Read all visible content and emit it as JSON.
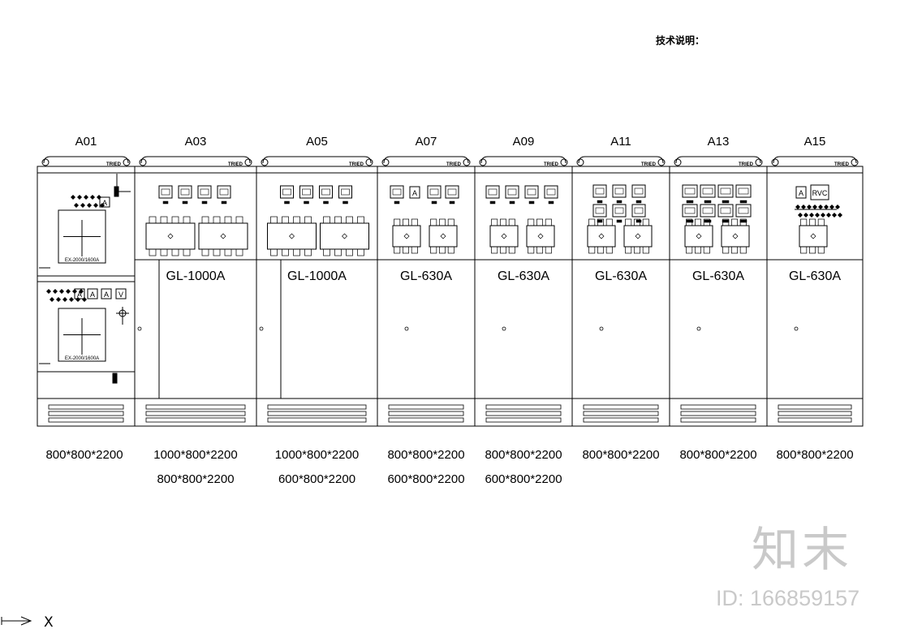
{
  "notes_title": "技术说明：",
  "cabinets": [
    {
      "id": "A01",
      "rating": "",
      "sizes": [
        "800*800*2200"
      ],
      "type": "acb",
      "acb_labels": [
        "EX-2000/1600A",
        "EX-2000/1600A"
      ]
    },
    {
      "id": "A03",
      "rating": "GL-1000A",
      "sizes": [
        "1000*800*2200",
        "800*800*2200"
      ],
      "type": "mccb2"
    },
    {
      "id": "A05",
      "rating": "GL-1000A",
      "sizes": [
        "1000*800*2200",
        "600*800*2200"
      ],
      "type": "mccb2"
    },
    {
      "id": "A07",
      "rating": "GL-630A",
      "sizes": [
        "800*800*2200",
        "600*800*2200"
      ],
      "type": "mccb2s",
      "meter_a": "A"
    },
    {
      "id": "A09",
      "rating": "GL-630A",
      "sizes": [
        "800*800*2200",
        "600*800*2200"
      ],
      "type": "mccb2s"
    },
    {
      "id": "A11",
      "rating": "GL-630A",
      "sizes": [
        "800*800*2200"
      ],
      "type": "mccb2s6"
    },
    {
      "id": "A13",
      "rating": "GL-630A",
      "sizes": [
        "800*800*2200"
      ],
      "type": "mccb2s8"
    },
    {
      "id": "A15",
      "rating": "GL-630A",
      "sizes": [
        "800*800*2200"
      ],
      "type": "capacitor",
      "meter_a": "A",
      "meter_rvc": "RVC"
    }
  ],
  "acb_meters": [
    "A",
    "A",
    "A",
    "V"
  ],
  "nameplate": "TRIED",
  "watermark": {
    "brand": "知末",
    "id": "ID: 166859157"
  },
  "ucs": {
    "x_axis": "X"
  }
}
